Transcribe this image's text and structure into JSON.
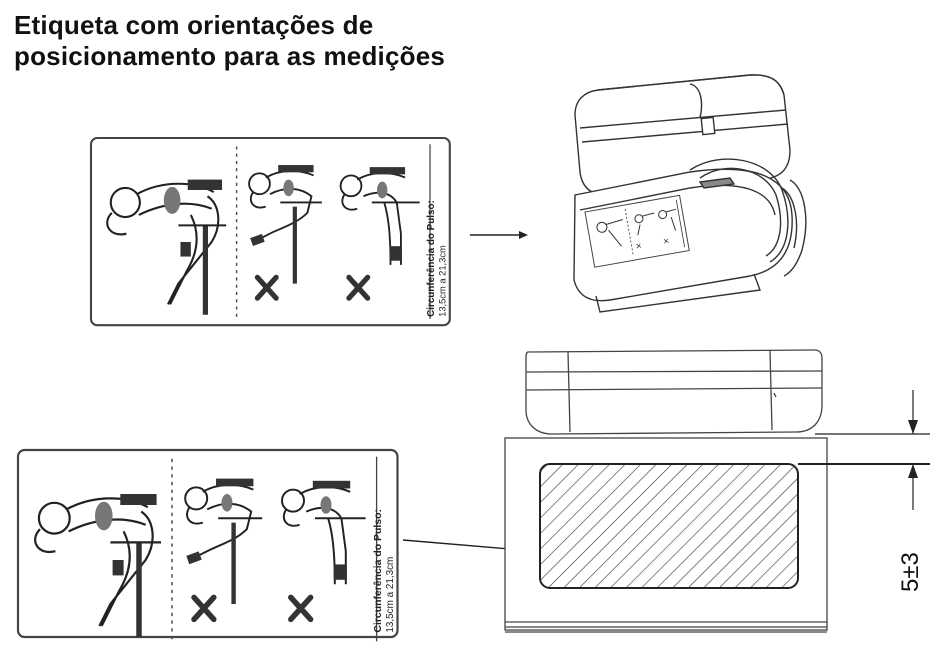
{
  "title": {
    "line1": "Etiqueta com orientações de",
    "line2": "posicionamento para as medições"
  },
  "label": {
    "line1": "Circunferência do Pulso:",
    "line2": "13,5cm a 21,3cm"
  },
  "dimension": "5±3"
}
